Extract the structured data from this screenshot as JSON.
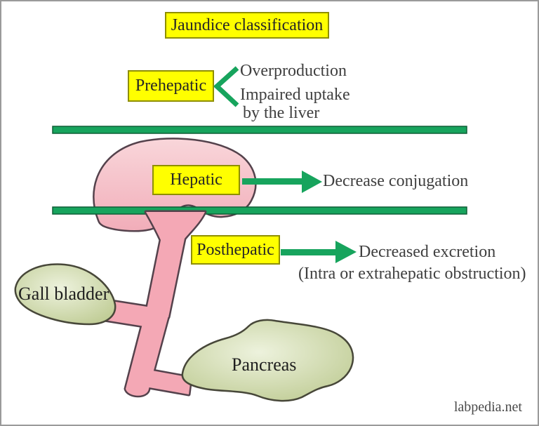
{
  "diagram_title": "Jaundice classification",
  "boxes": {
    "prehepatic": "Prehepatic",
    "hepatic": "Hepatic",
    "posthepatic": "Posthepatic"
  },
  "annotations": {
    "overproduction": "Overproduction",
    "impaired_uptake_line1": "Impaired uptake",
    "impaired_uptake_line2": "by the liver",
    "decrease_conjugation": "Decrease conjugation",
    "decreased_excretion": "Decreased excretion",
    "obstruction_note": "(Intra or extrahepatic obstruction)"
  },
  "organs": {
    "gall_bladder": "Gall bladder",
    "pancreas": "Pancreas"
  },
  "watermark": "labpedia.net",
  "colors": {
    "highlight_yellow": "#ffff00",
    "highlight_border": "#8f8f00",
    "accent_green": "#17a45d",
    "accent_green_dark": "#0e5e36",
    "organ_pink": "#f4a8b5",
    "organ_pink_light": "#f9d6da",
    "organ_green": "#bfcb92",
    "organ_green_light": "#ecf1dc",
    "outline_dark": "#54424c",
    "text": "#3f3f3f"
  }
}
